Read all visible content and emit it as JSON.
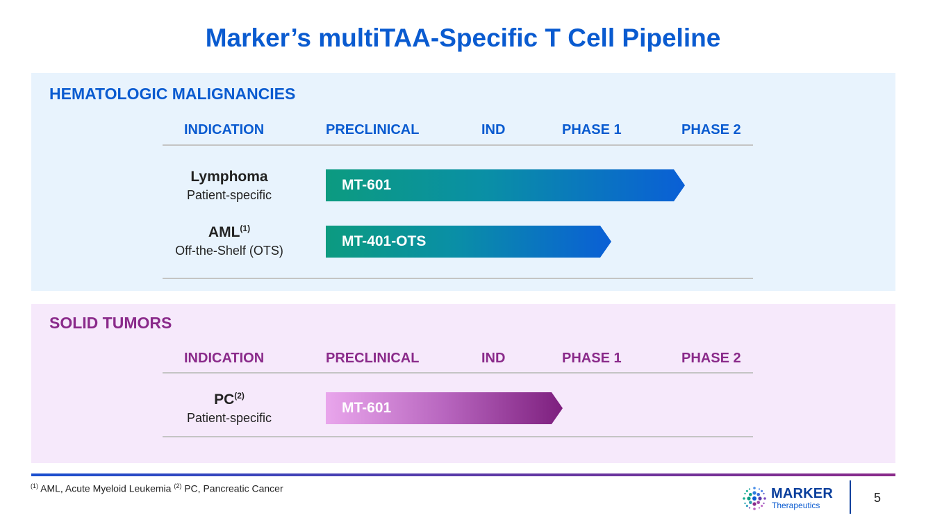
{
  "title": "Marker’s multiTAA-Specific T Cell Pipeline",
  "columns": {
    "indication": "INDICATION",
    "preclinical": "PRECLINICAL",
    "ind": "IND",
    "phase1": "PHASE 1",
    "phase2": "PHASE 2"
  },
  "heme": {
    "title": "HEMATOLOGIC MALIGNANCIES",
    "rows": [
      {
        "name": "Lymphoma",
        "sup": "",
        "sub": "Patient-specific",
        "program": "MT-601"
      },
      {
        "name": "AML",
        "sup": "(1)",
        "sub": "Off-the-Shelf (OTS)",
        "program": "MT-401-OTS"
      }
    ]
  },
  "solid": {
    "title": "SOLID TUMORS",
    "rows": [
      {
        "name": "PC",
        "sup": "(2)",
        "sub": "Patient-specific",
        "program": "MT-601"
      }
    ]
  },
  "footnote": {
    "sup1": "(1)",
    "text1": " AML, Acute Myeloid Leukemia ",
    "sup2": "(2)",
    "text2": " PC, Pancreatic Cancer"
  },
  "logo": {
    "name": "MARKER",
    "sub": "Therapeutics"
  },
  "page_number": "5",
  "colors": {
    "blue": "#0a5bd0",
    "purple": "#8a2a8a",
    "teal": "#0c9b80"
  }
}
